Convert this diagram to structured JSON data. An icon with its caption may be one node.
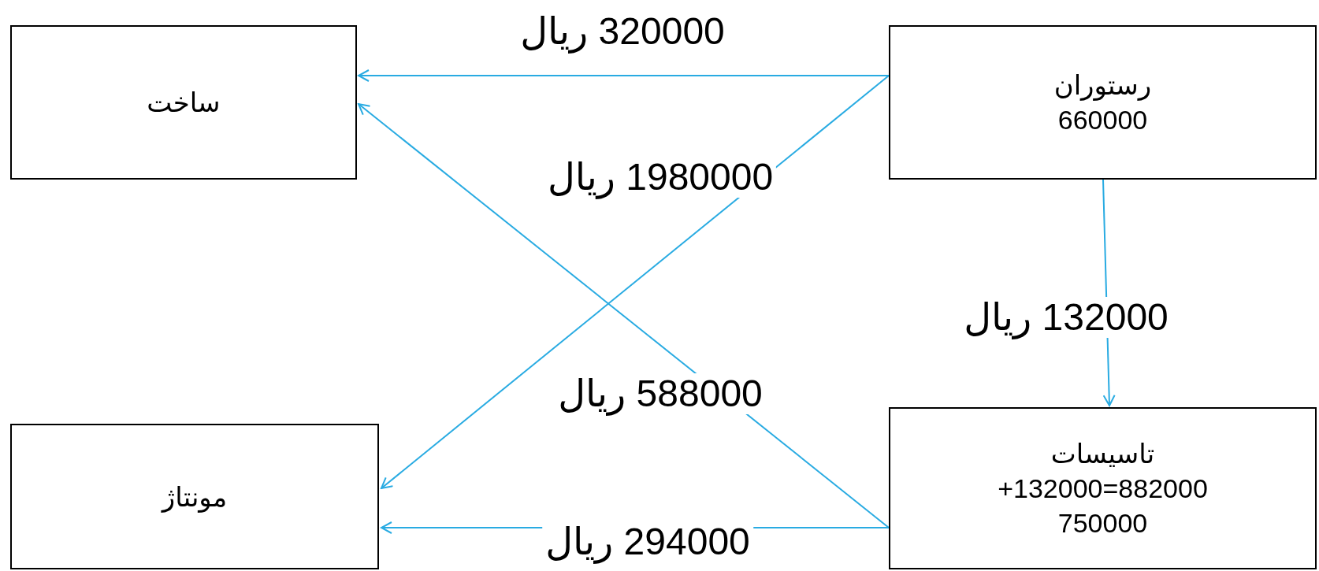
{
  "diagram": {
    "nodes": [
      {
        "text": [
          "ساخت"
        ]
      },
      {
        "text": [
          "رستوران",
          "660000"
        ]
      },
      {
        "text": [
          "مونتاژ"
        ]
      },
      {
        "text": [
          "تاسیسات",
          "+132000=882000",
          "750000"
        ]
      }
    ],
    "edges": [
      {
        "from": 1,
        "to": 0,
        "arrow": "to",
        "label": "320000 ریال"
      },
      {
        "from": 1,
        "to": 2,
        "arrow": "to",
        "label": "1980000 ریال"
      },
      {
        "from": 1,
        "to": 3,
        "arrow": "to",
        "label": "132000 ریال"
      },
      {
        "from": 3,
        "to": 0,
        "arrow": "to",
        "label": "588000 ریال"
      },
      {
        "from": 3,
        "to": 2,
        "arrow": "to",
        "label": "294000 ریال"
      }
    ]
  }
}
